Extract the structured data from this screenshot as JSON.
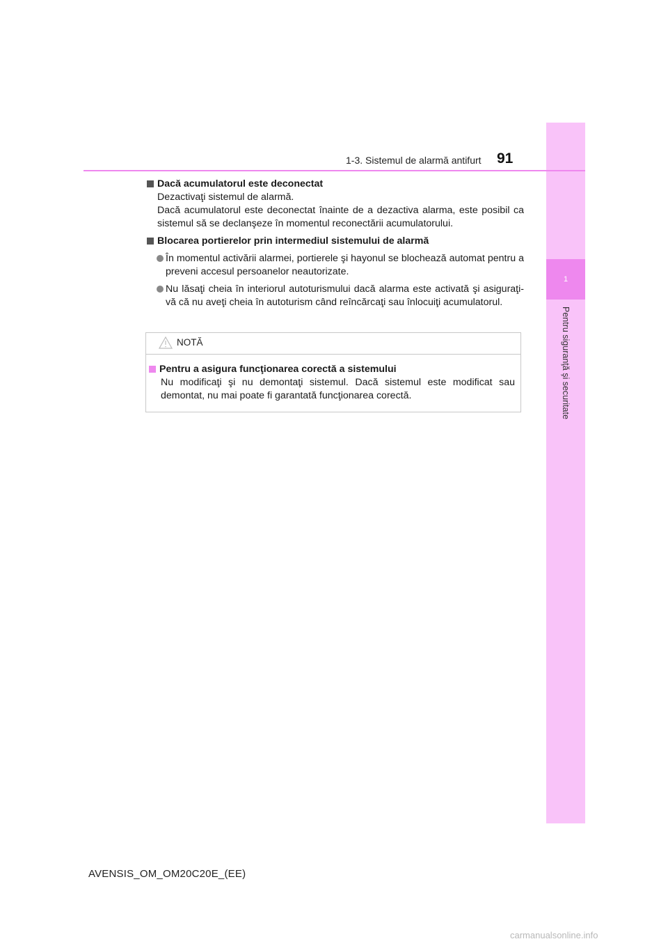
{
  "header": {
    "section": "1-3. Sistemul de alarmă antifurt",
    "page_number": "91"
  },
  "side_tab": {
    "chapter_number": "1",
    "label": "Pentru siguranţă şi securitate",
    "color": "#f9c3f9",
    "accent": "#ee88ee"
  },
  "content": {
    "s1": {
      "title": "Dacă acumulatorul este deconectat",
      "line1": "Dezactivaţi sistemul de alarmă.",
      "line2": "Dacă acumulatorul este deconectat înainte de a dezactiva alarma, este posibil ca sistemul să se declanşeze în momentul reconectării acumulatorului."
    },
    "s2": {
      "title": "Blocarea portierelor prin intermediul sistemului de alarmă",
      "bullets": [
        "În momentul activării alarmei, portierele şi hayonul se blochează automat pentru a preveni accesul persoanelor neautorizate.",
        "Nu lăsaţi cheia în interiorul autoturismului dacă alarma este activată şi asiguraţi-vă că nu aveţi cheia în autoturism când reîncărcaţi sau înlocuiţi acumulatorul."
      ]
    }
  },
  "note": {
    "label": "NOTĂ",
    "icon": "warning-triangle-icon",
    "title": "Pentru a asigura funcţionarea corectă a sistemului",
    "text": "Nu modificaţi şi nu demontaţi sistemul. Dacă sistemul este modificat sau demontat, nu mai poate fi garantată funcţionarea corectă."
  },
  "footer": {
    "doc_code": "AVENSIS_OM_OM20C20E_(EE)",
    "watermark": "carmanualsonline.info"
  }
}
